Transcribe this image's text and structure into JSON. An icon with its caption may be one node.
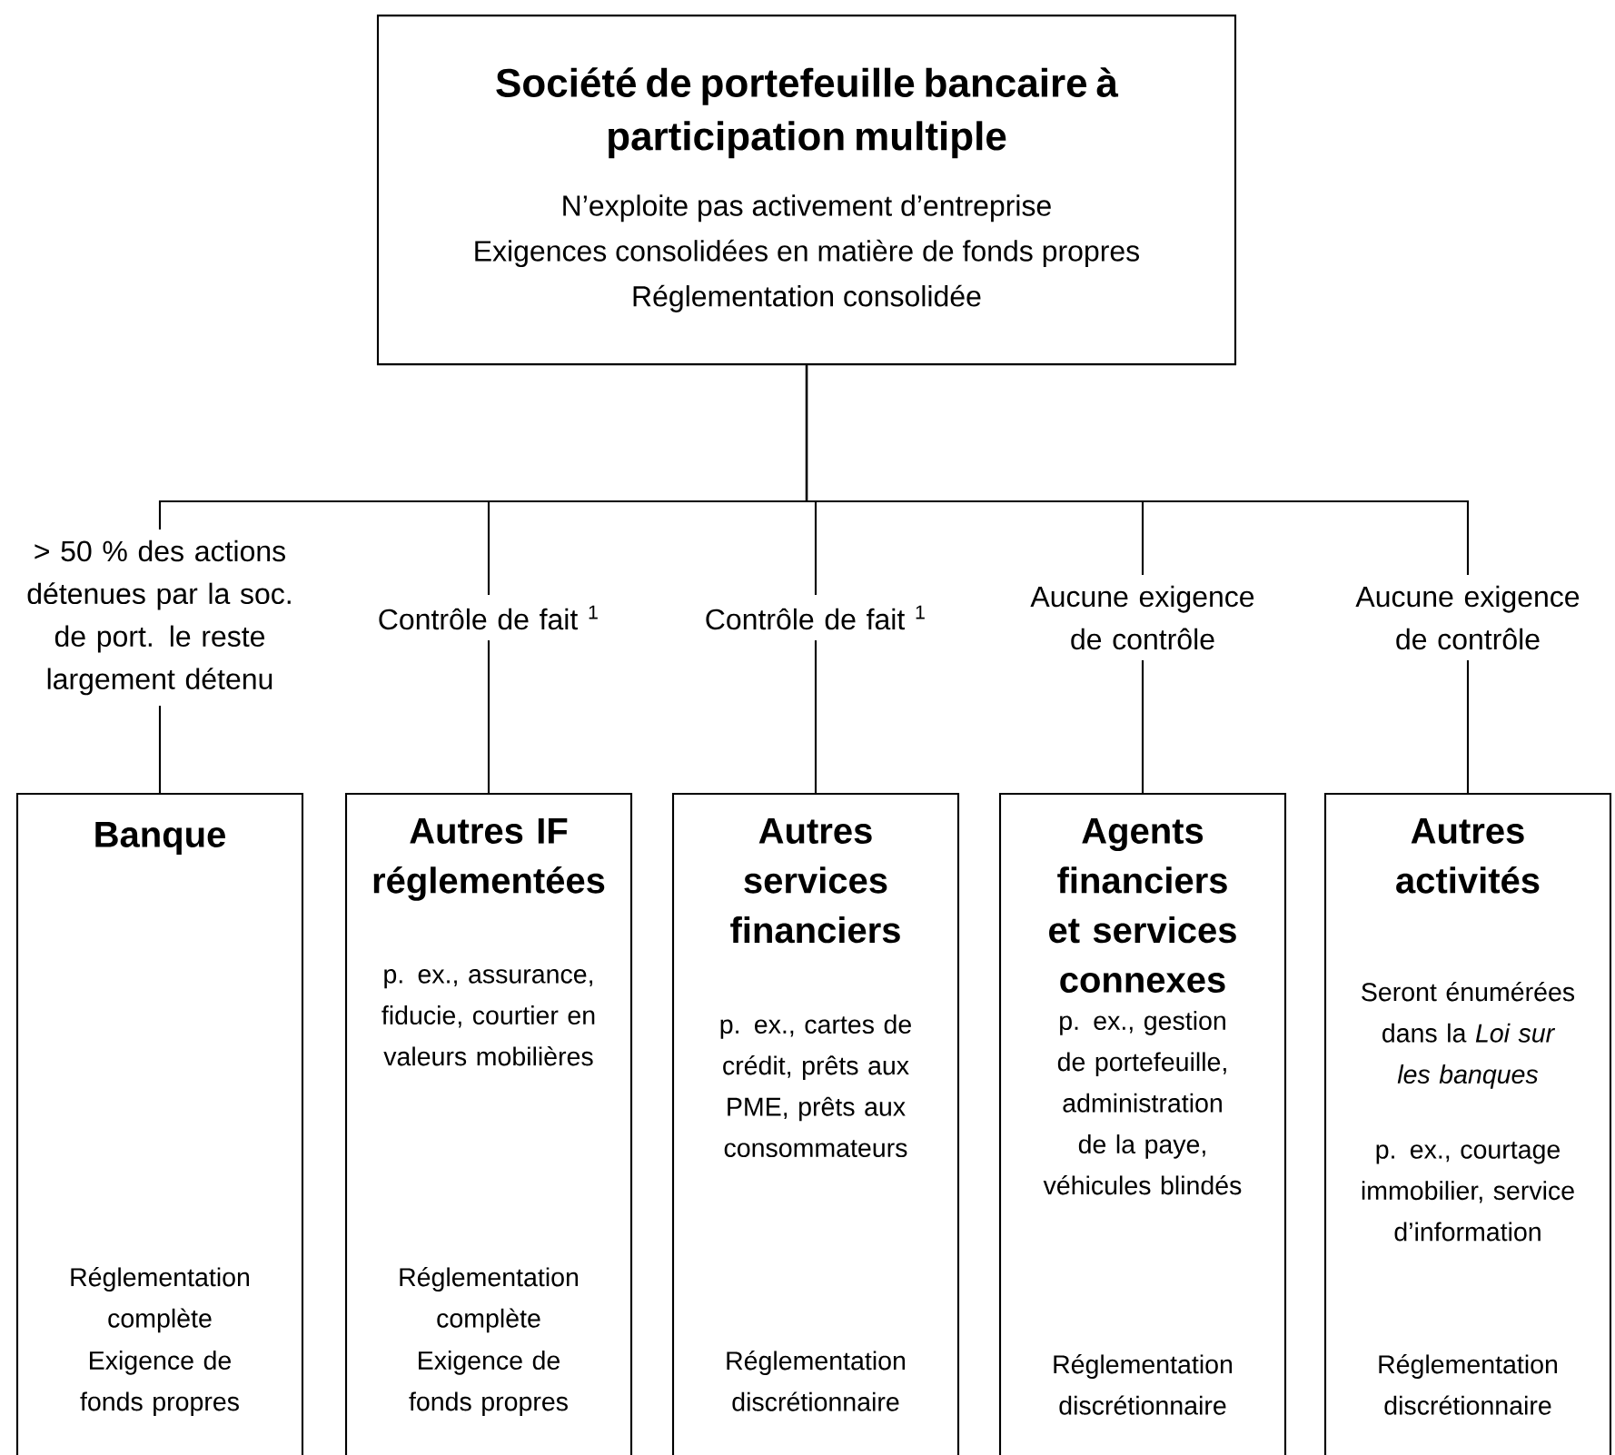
{
  "diagram": {
    "nodes": [
      {
        "text": [
          "Société de portefeuille bancaire à participation multiple",
          "N’exploite pas activement d’entreprise",
          "Exigences consolidées en matière de fonds propres",
          "Réglementation consolidée"
        ]
      },
      {
        "text": [
          "> 50 % des actions détenues par la soc. de port. le reste largement détenu"
        ]
      },
      {
        "text": [
          "Contrôle de fait $^{1}$"
        ]
      },
      {
        "text": [
          "Contrôle de fait $^{1}$"
        ]
      },
      {
        "text": [
          "Aucune exigence de contrôle"
        ]
      },
      {
        "text": [
          "Aucune exigence de contrôle"
        ]
      },
      {
        "text": [
          "Banque",
          "Réglementation complète",
          "Exigence de fonds propres"
        ]
      },
      {
        "text": [
          "Autres IF réglementées",
          "p. ex., assurance, fiducie, courtier en valeurs mobilières",
          "Réglementation complète",
          "Exigence de fonds propres"
        ]
      },
      {
        "text": [
          "Autres services financiers",
          "p. ex., cartes de crédit, prêts aux PME, prêts aux consommateurs",
          "Réglementation discrétionnaire"
        ]
      },
      {
        "text": [
          "Agents financiers et services connexes",
          "p. ex., gestion de portefeuille, administration de la paye, véhicules blindés",
          "Réglementation discrétionnaire"
        ]
      },
      {
        "text": [
          "Autres activités",
          "Seront énumérées dans la *Loi sur les banques*",
          "p. ex., courtage immobilier, service d’information",
          "Réglementation discrétionnaire"
        ]
      }
    ],
    "edges": [
      {
        "from": 0,
        "to": 1,
        "arrow": "none"
      },
      {
        "from": 0,
        "to": 2,
        "arrow": "none"
      },
      {
        "from": 0,
        "to": 3,
        "arrow": "none"
      },
      {
        "from": 0,
        "to": 4,
        "arrow": "none"
      },
      {
        "from": 0,
        "to": 5,
        "arrow": "none"
      },
      {
        "from": 1,
        "to": 6,
        "arrow": "none"
      },
      {
        "from": 2,
        "to": 7,
        "arrow": "none"
      },
      {
        "from": 3,
        "to": 8,
        "arrow": "none"
      },
      {
        "from": 4,
        "to": 9,
        "arrow": "none"
      },
      {
        "from": 5,
        "to": 10,
        "arrow": "none"
      }
    ]
  }
}
